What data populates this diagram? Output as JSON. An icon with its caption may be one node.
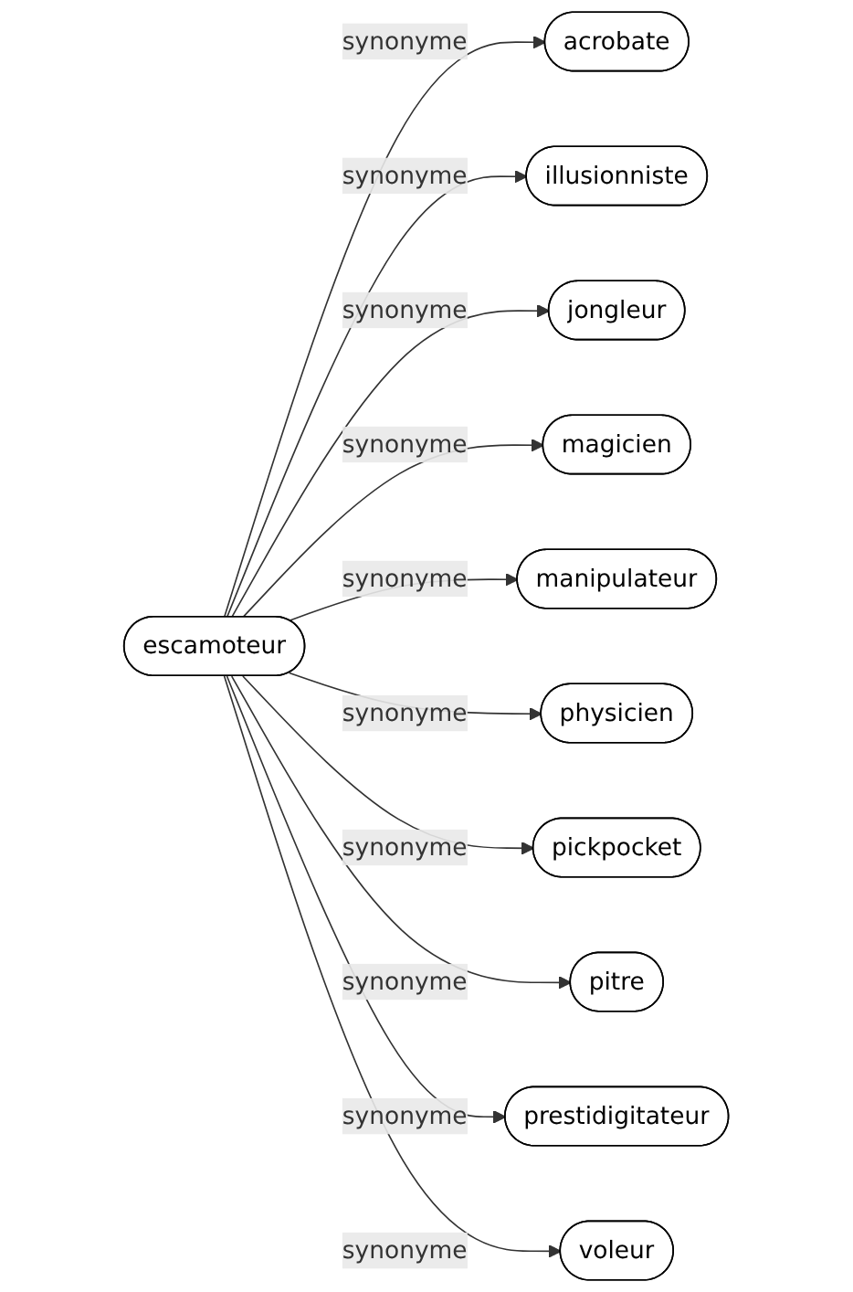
{
  "diagram": {
    "nodes": [
      {
        "text": [
          "escamoteur"
        ]
      },
      {
        "text": [
          "acrobate"
        ]
      },
      {
        "text": [
          "illusionniste"
        ]
      },
      {
        "text": [
          "jongleur"
        ]
      },
      {
        "text": [
          "magicien"
        ]
      },
      {
        "text": [
          "manipulateur"
        ]
      },
      {
        "text": [
          "physicien"
        ]
      },
      {
        "text": [
          "pickpocket"
        ]
      },
      {
        "text": [
          "pitre"
        ]
      },
      {
        "text": [
          "prestidigitateur"
        ]
      },
      {
        "text": [
          "voleur"
        ]
      }
    ],
    "edges": [
      {
        "from": 0,
        "to": 1,
        "arrow": "to",
        "label": "synonyme"
      },
      {
        "from": 0,
        "to": 2,
        "arrow": "to",
        "label": "synonyme"
      },
      {
        "from": 0,
        "to": 3,
        "arrow": "to",
        "label": "synonyme"
      },
      {
        "from": 0,
        "to": 4,
        "arrow": "to",
        "label": "synonyme"
      },
      {
        "from": 0,
        "to": 5,
        "arrow": "to",
        "label": "synonyme"
      },
      {
        "from": 0,
        "to": 6,
        "arrow": "to",
        "label": "synonyme"
      },
      {
        "from": 0,
        "to": 7,
        "arrow": "to",
        "label": "synonyme"
      },
      {
        "from": 0,
        "to": 8,
        "arrow": "to",
        "label": "synonyme"
      },
      {
        "from": 0,
        "to": 9,
        "arrow": "to",
        "label": "synonyme"
      },
      {
        "from": 0,
        "to": 10,
        "arrow": "to",
        "label": "synonyme"
      }
    ]
  }
}
